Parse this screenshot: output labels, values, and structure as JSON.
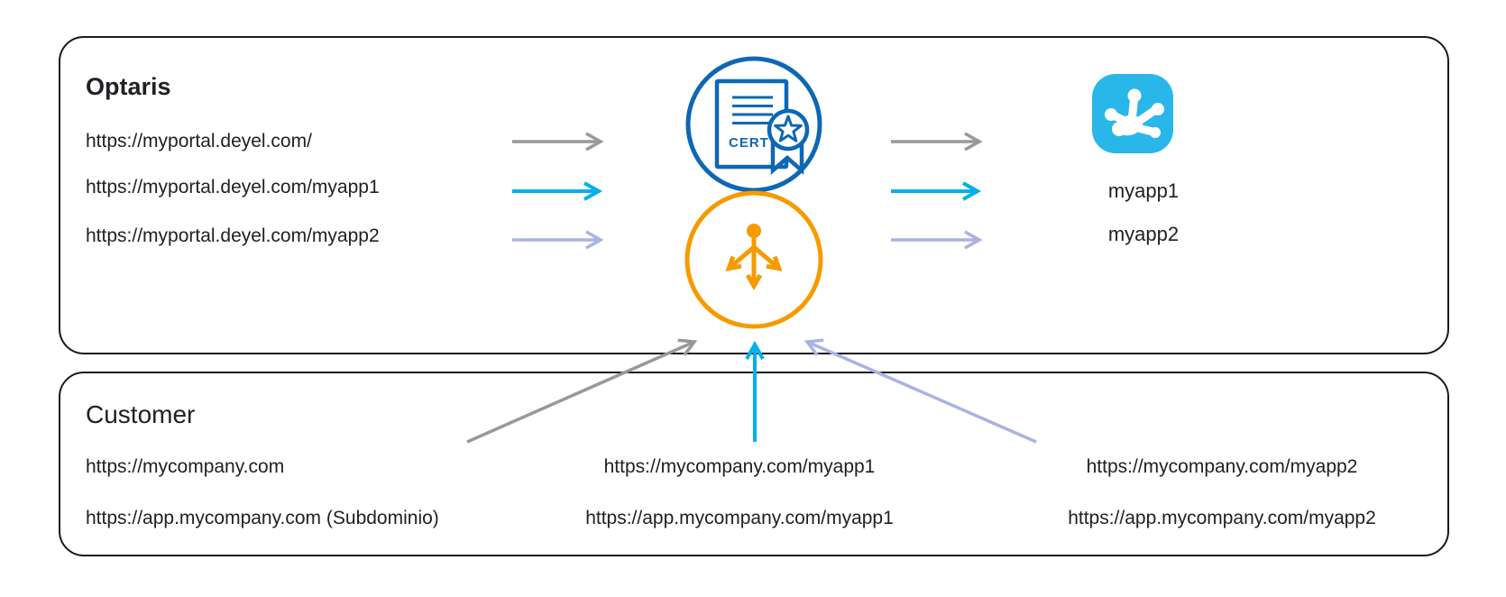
{
  "optaris": {
    "title": "Optaris",
    "urls": [
      "https://myportal.deyel.com/",
      "https://myportal.deyel.com/myapp1",
      "https://myportal.deyel.com/myapp2"
    ],
    "app_labels": [
      "myapp1",
      "myapp2"
    ]
  },
  "customer": {
    "title": "Customer",
    "rows": [
      [
        "https://mycompany.com",
        "https://mycompany.com/myapp1",
        "https://mycompany.com/myapp2"
      ],
      [
        "https://app.mycompany.com (Subdominio)",
        "https://app.mycompany.com/myapp1",
        "https://app.mycompany.com/myapp2"
      ]
    ]
  },
  "icons": {
    "certificate_label": "CERT",
    "certificate_icon": "certificate-with-star-ribbon",
    "load_balancer_icon": "load-balancer-trident-arrows",
    "app_icon": "deyel-frog-foot"
  },
  "colors": {
    "box_border": "#1A1A1A",
    "text": "#202124",
    "arrow_gray": "#97989B",
    "arrow_cyan": "#00B1EB",
    "arrow_periwinkle": "#A9B3E2",
    "cert_blue": "#0E67B4",
    "balancer_orange": "#F59B00",
    "app_icon_cyan": "#29B7E9"
  }
}
